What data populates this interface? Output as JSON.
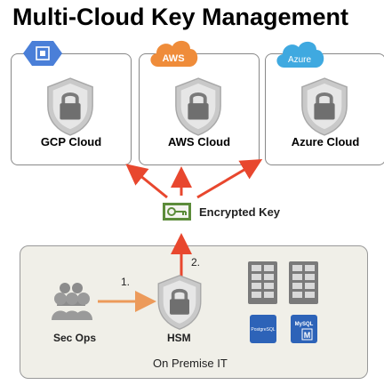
{
  "title": "Multi-Cloud Key Management",
  "clouds": [
    {
      "label": "GCP Cloud",
      "badge": ""
    },
    {
      "label": "AWS Cloud",
      "badge": "AWS"
    },
    {
      "label": "Azure Cloud",
      "badge": "Azure"
    }
  ],
  "key": {
    "label": "Encrypted Key"
  },
  "onprem": {
    "label": "On Premise IT",
    "secops_label": "Sec Ops",
    "hsm_label": "HSM",
    "step1": "1.",
    "step2": "2.",
    "db1": "PostgreSQL",
    "db2": "MySQL",
    "db2_mark": "M"
  },
  "colors": {
    "arrow_red": "#e8472e",
    "arrow_orange": "#ec9a5a",
    "aws_orange": "#ef8c3a",
    "azure_blue": "#3fa9e0",
    "gcp_blue": "#4a7fd8",
    "shield": "#c4c4c4",
    "db_blue": "#2d63b8",
    "key_green": "#5c8c3a"
  }
}
